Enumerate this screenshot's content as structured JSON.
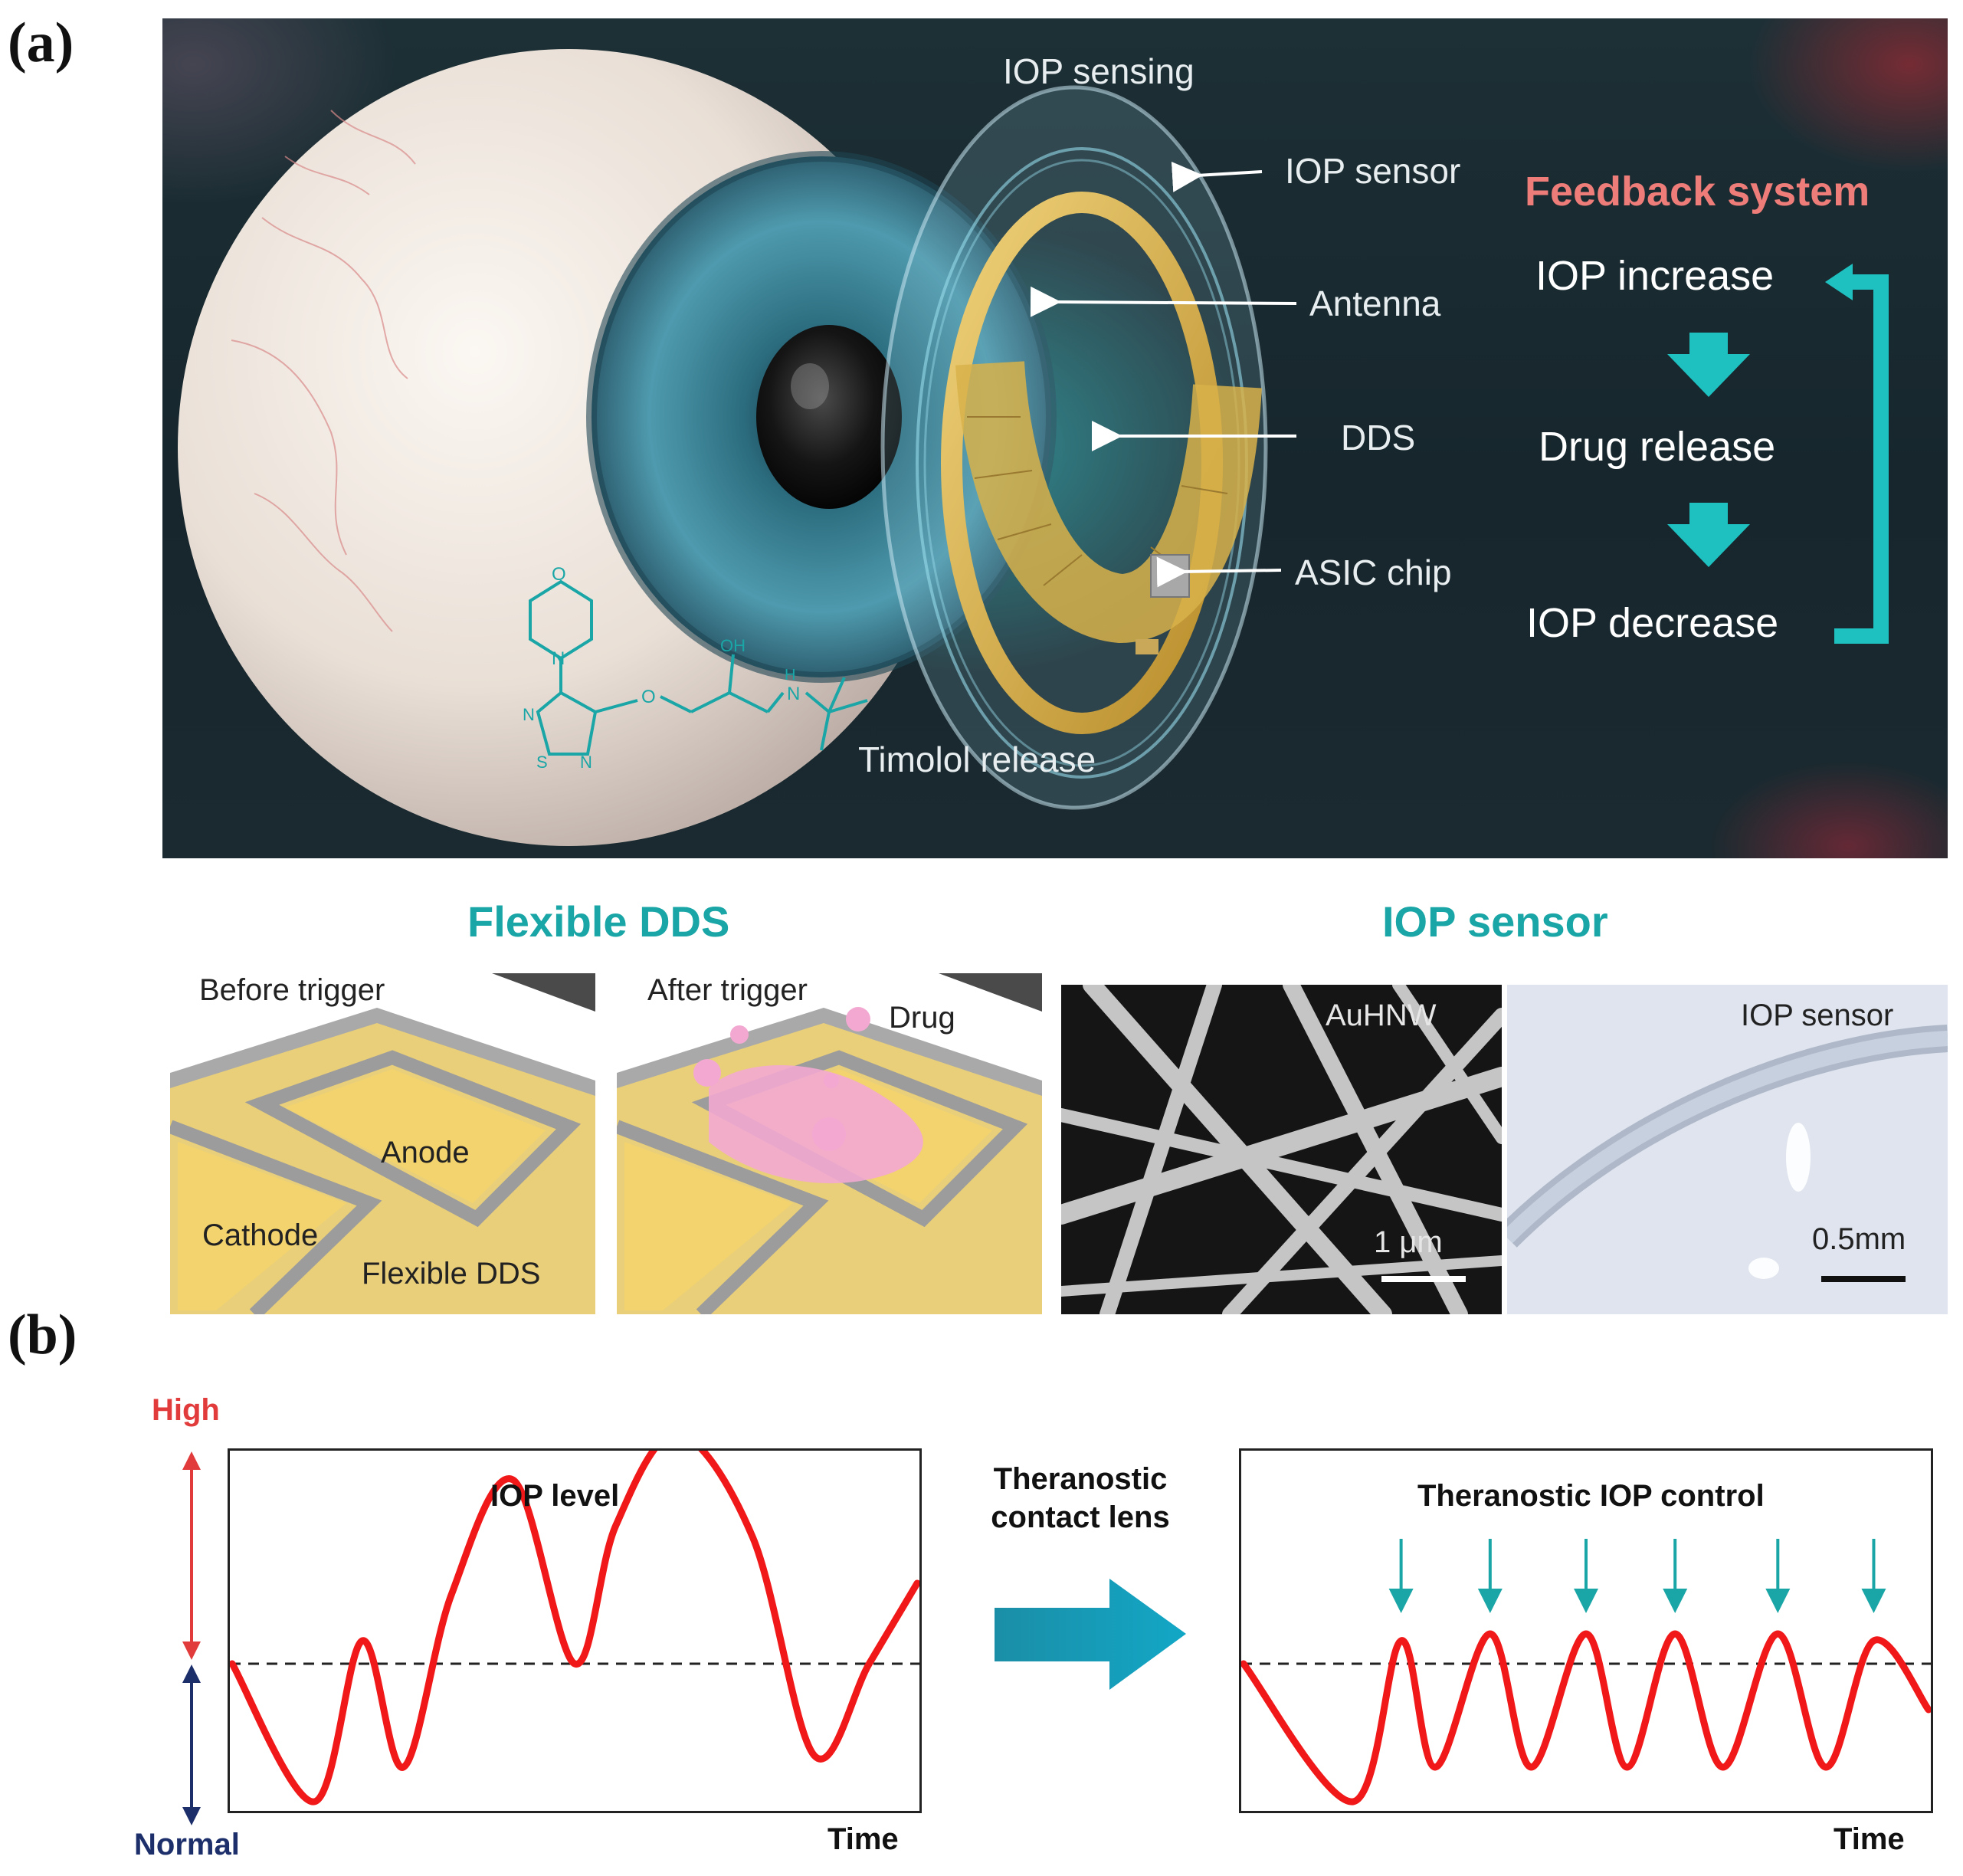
{
  "panel_a": {
    "tag": "(a)",
    "labels": {
      "iop_sensing": "IOP sensing",
      "iop_sensor": "IOP sensor",
      "antenna": "Antenna",
      "dds": "DDS",
      "asic_chip": "ASIC chip",
      "timolol_release": "Timolol release"
    },
    "molecule_atoms": {
      "o": "O",
      "n_top": "N",
      "oh": "OH",
      "nh": "H",
      "n_nh": "N",
      "n1": "N",
      "n2": "N",
      "s": "S"
    },
    "feedback": {
      "title": "Feedback system",
      "step1": "IOP increase",
      "step2": "Drug release",
      "step3": "IOP decrease"
    },
    "flexible_dds": {
      "title": "Flexible DDS",
      "before": "Before trigger",
      "after": "After trigger",
      "drug": "Drug",
      "anode": "Anode",
      "cathode": "Cathode",
      "flexible_dds": "Flexible DDS"
    },
    "iop_sensor_panel": {
      "title": "IOP sensor",
      "sem_label": "AuHNW",
      "sem_scale": "1 μm",
      "photo_label": "IOP sensor",
      "photo_scale": "0.5mm"
    },
    "colors": {
      "teal": "#1aa6a6",
      "feedback_title": "#ee7c78",
      "gold": "#d8b24a"
    }
  },
  "panel_b": {
    "tag": "(b)",
    "level_high": "High",
    "level_normal": "Normal",
    "arrow_text_line1": "Theranostic",
    "arrow_text_line2": "contact lens",
    "chart_left": {
      "title": "IOP level",
      "xlabel": "Time"
    },
    "chart_right": {
      "title": "Theranostic IOP control",
      "xlabel": "Time"
    },
    "colors": {
      "curve": "#f01818",
      "high": "#e23b3b",
      "normal": "#1d2f6b",
      "arrow": "#1aa6a6"
    }
  },
  "chart_data": [
    {
      "type": "line",
      "title": "IOP level",
      "xlabel": "Time",
      "ylabel": "",
      "note": "schematic curve; dashed baseline at y=0 (Normal/High boundary)",
      "x": [
        0,
        1.2,
        1.9,
        2.5,
        3.2,
        4.1,
        5.0,
        5.6,
        6.5,
        7.6,
        8.5,
        9.3,
        10
      ],
      "y": [
        0,
        -0.6,
        0.1,
        -0.45,
        0.3,
        0.8,
        0,
        0.6,
        1.0,
        0.55,
        -0.4,
        0,
        0.35
      ],
      "baseline": 0
    },
    {
      "type": "line",
      "title": "Theranostic IOP control",
      "xlabel": "Time",
      "ylabel": "",
      "note": "schematic curve oscillating around the dashed baseline; teal arrows mark drug release at each peak",
      "x": [
        0,
        1.6,
        2.3,
        2.8,
        3.6,
        4.2,
        5.0,
        5.6,
        6.3,
        7.0,
        7.8,
        8.5,
        9.2,
        10
      ],
      "y": [
        0,
        -0.6,
        0.1,
        -0.45,
        0.13,
        -0.45,
        0.13,
        -0.45,
        0.13,
        -0.45,
        0.13,
        -0.45,
        0.1,
        -0.2
      ],
      "release_arrows_at_x": [
        2.3,
        3.6,
        5.0,
        6.3,
        7.8,
        9.2
      ],
      "baseline": 0
    }
  ]
}
